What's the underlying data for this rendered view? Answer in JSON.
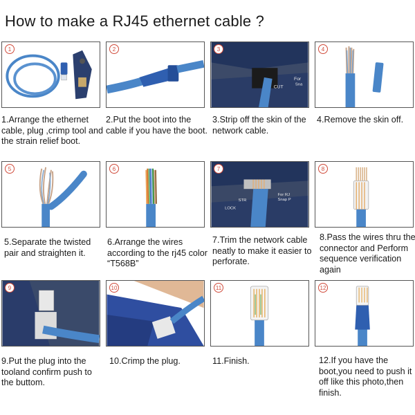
{
  "title": "How to make a RJ45 ethernet cable ?",
  "steps": [
    {
      "num": "1",
      "caption": "1.Arrange the ethernet cable, plug ,crimp tool and the strain relief boot."
    },
    {
      "num": "2",
      "caption": "2.Put the boot into the cable if you have the boot."
    },
    {
      "num": "3",
      "caption": "3.Strip off the skin of the network cable."
    },
    {
      "num": "4",
      "caption": "4.Remove the skin off."
    },
    {
      "num": "5",
      "caption": "5.Separate the twisted pair and straighten it."
    },
    {
      "num": "6",
      "caption": "6.Arrange the wires according to the rj45 color  “T568B”"
    },
    {
      "num": "7",
      "caption": "7.Trim the network cable neatly to make it easier to perforate."
    },
    {
      "num": "8",
      "caption": "8.Pass the wires thru the connector and Perform sequence verification again"
    },
    {
      "num": "9",
      "caption": "9.Put the plug into the tooland confirm push to the buttom."
    },
    {
      "num": "10",
      "caption": "10.Crimp the plug."
    },
    {
      "num": "11",
      "caption": "11.Finish."
    },
    {
      "num": "12",
      "caption": "12.If you have the boot,you need to push it off like this photo,then finish."
    }
  ],
  "tool_labels": {
    "cut": "CUT",
    "for": "For",
    "snap": "Sna",
    "for_rj": "For RJ",
    "snap_p": "Snap P",
    "str": "STR",
    "lock": "LOCK"
  },
  "colors": {
    "cable_blue": "#4a86c8",
    "boot_blue": "#2f5fb0",
    "tool_dark": "#2b3f6e",
    "badge_red": "#d04a3a"
  }
}
